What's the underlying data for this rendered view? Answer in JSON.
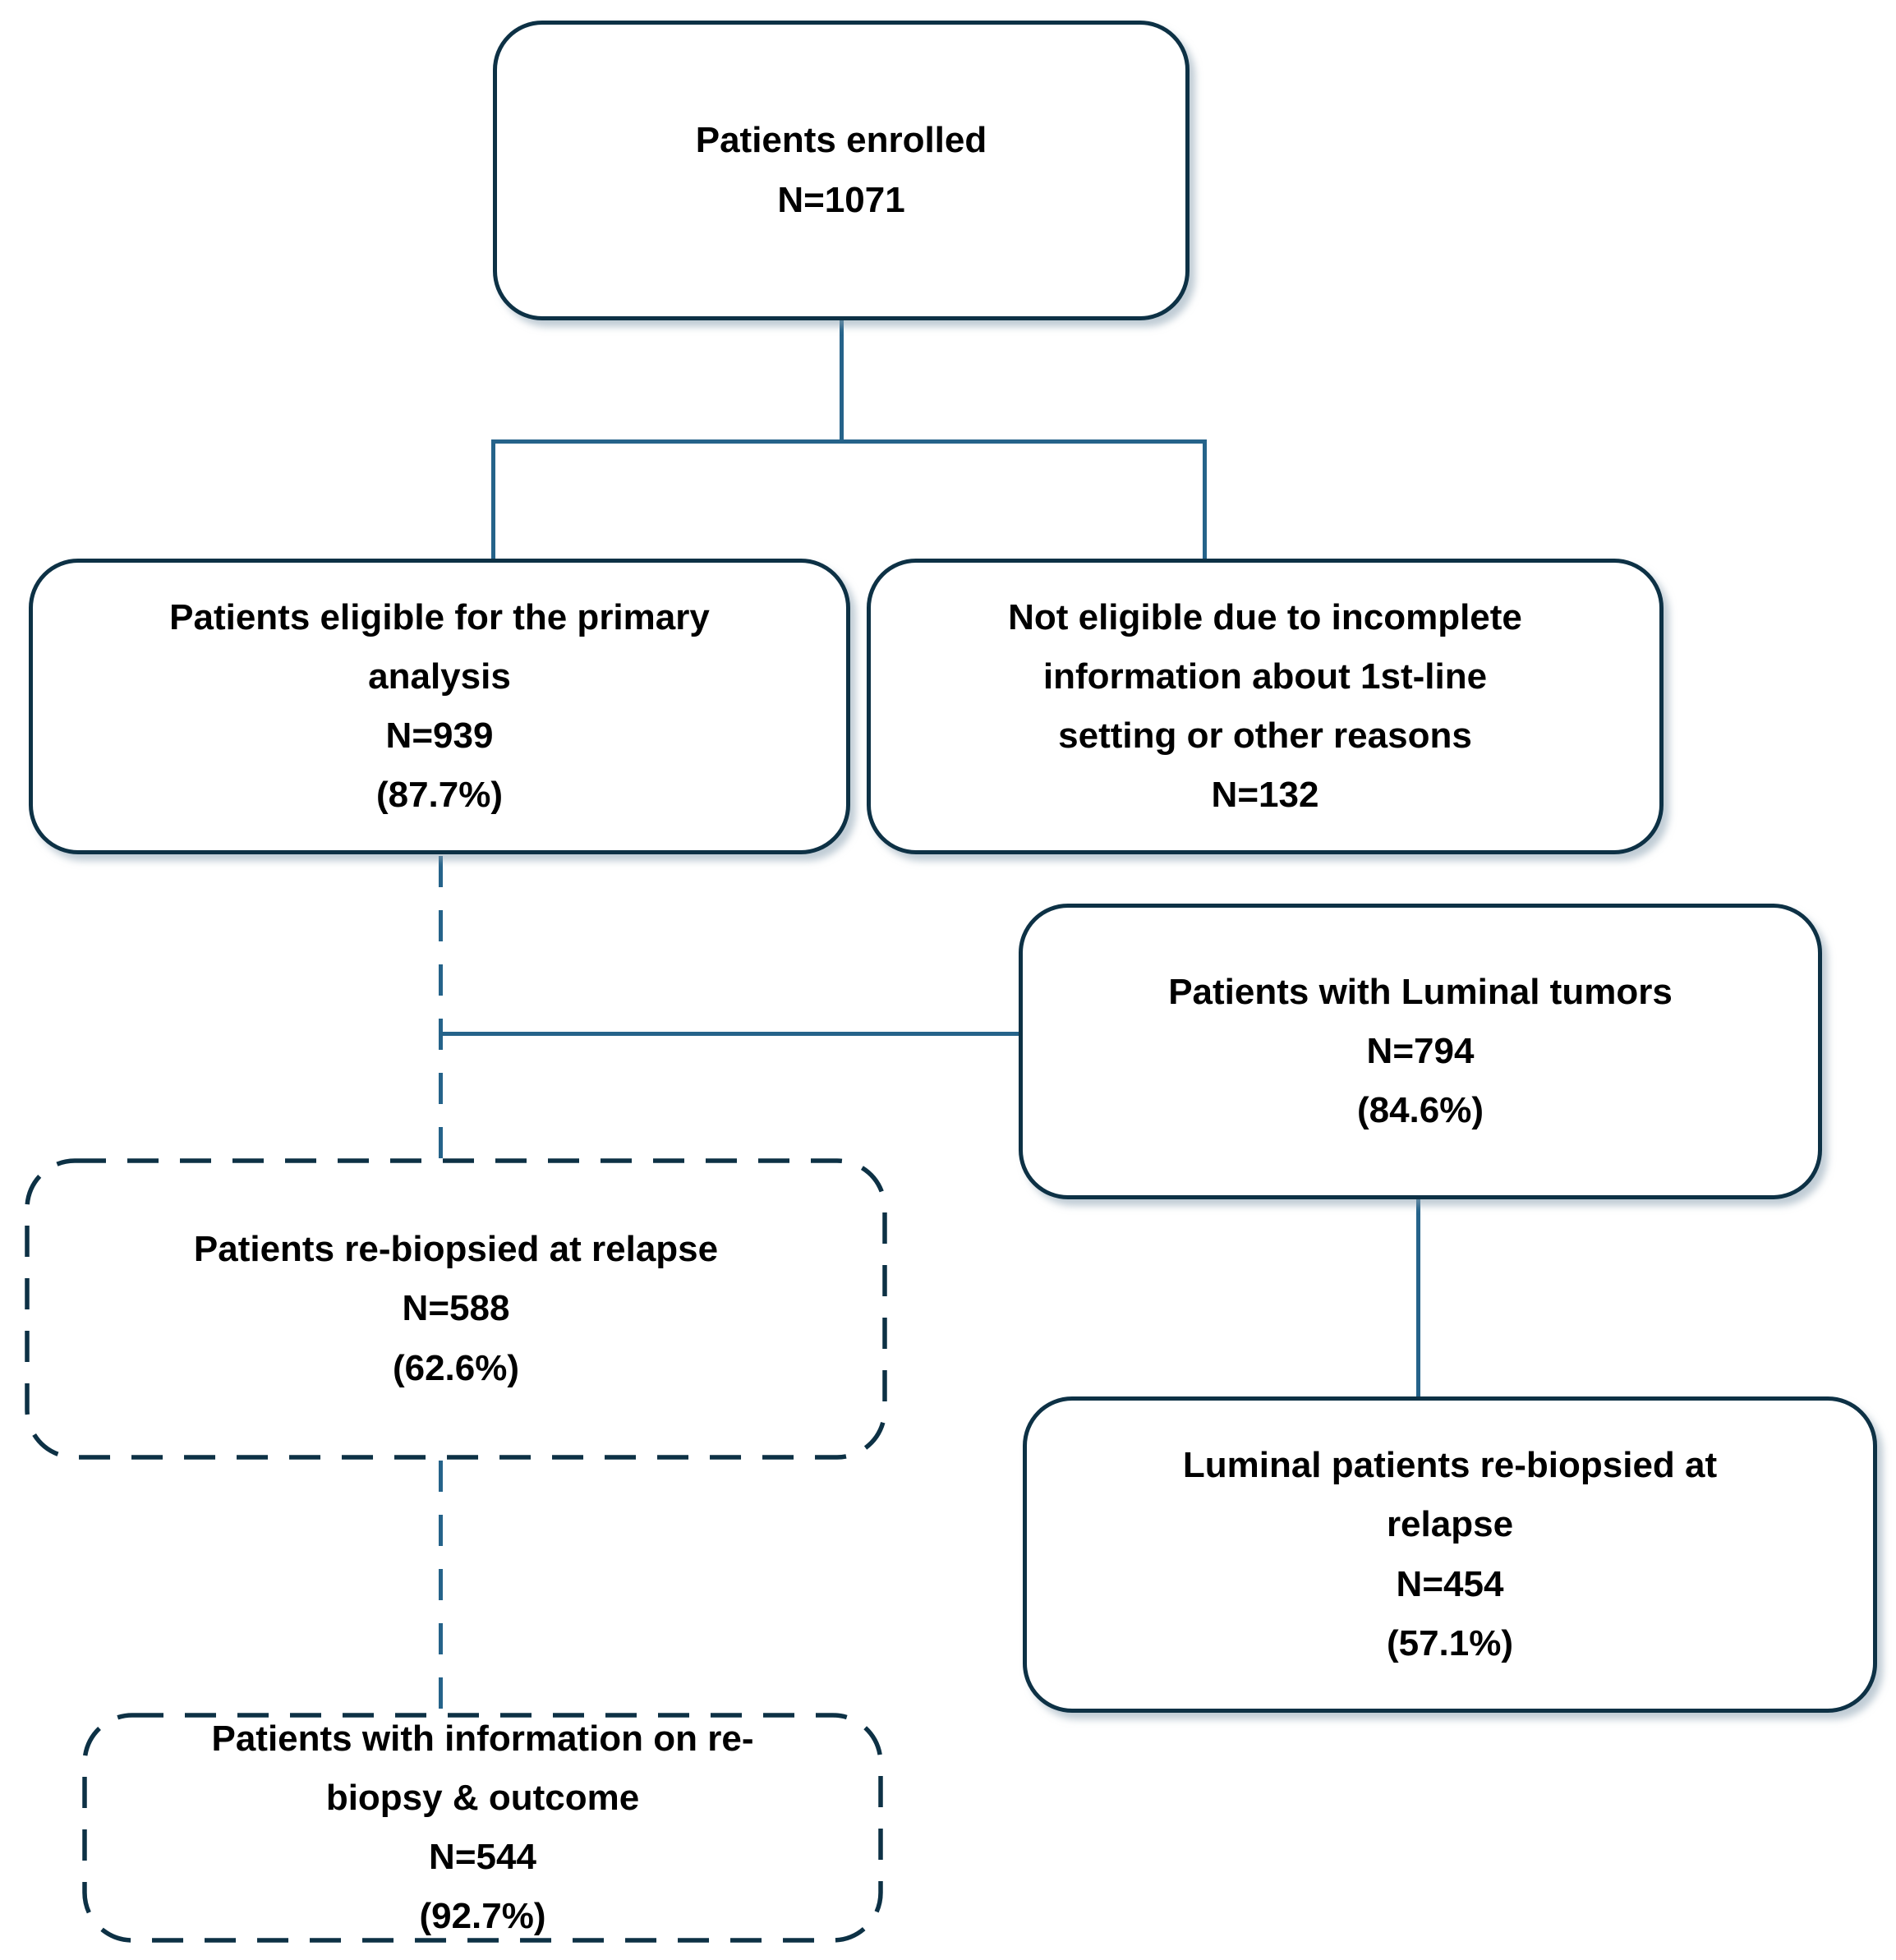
{
  "colors": {
    "box_border": "#0d3145",
    "connector": "#25638a",
    "text": "#000000",
    "background": "#ffffff"
  },
  "nodes": {
    "enrolled": {
      "label": "Patients enrolled",
      "n": 1071,
      "pct": null,
      "text": "Patients enrolled\nN=1071"
    },
    "eligible": {
      "label": "Patients eligible for the primary analysis",
      "n": 939,
      "pct": "(87.7%)",
      "text": "Patients eligible for the primary\nanalysis\nN=939\n(87.7%)"
    },
    "not_eligible": {
      "label": "Not eligible due to incomplete information about 1st-line setting or other reasons",
      "n": 132,
      "pct": null,
      "text": "Not eligible due to incomplete\ninformation about 1st-line\nsetting or other reasons\nN=132"
    },
    "luminal": {
      "label": "Patients with Luminal tumors",
      "n": 794,
      "pct": "(84.6%)",
      "text": "Patients with Luminal tumors\nN=794\n(84.6%)"
    },
    "rebiopsied": {
      "label": "Patients re-biopsied at relapse",
      "n": 588,
      "pct": "(62.6%)",
      "text": "Patients re-biopsied at relapse\nN=588\n(62.6%)"
    },
    "luminal_rebiopsied": {
      "label": "Luminal patients re-biopsied at relapse",
      "n": 454,
      "pct": "(57.1%)",
      "text": "Luminal patients re-biopsied at\nrelapse\nN=454\n(57.1%)"
    },
    "rebiopsy_outcome": {
      "label": "Patients with information on re-biopsy & outcome",
      "n": 544,
      "pct": "(92.7%)",
      "text": "Patients with information on re-\nbiopsy & outcome\nN=544\n(92.7%)"
    }
  },
  "edges": [
    {
      "from": "enrolled",
      "to": "eligible",
      "style": "solid"
    },
    {
      "from": "enrolled",
      "to": "not_eligible",
      "style": "solid"
    },
    {
      "from": "eligible",
      "to": "rebiopsied",
      "style": "dashed"
    },
    {
      "from": "eligible",
      "to": "luminal",
      "style": "solid"
    },
    {
      "from": "luminal",
      "to": "luminal_rebiopsied",
      "style": "solid"
    },
    {
      "from": "rebiopsied",
      "to": "rebiopsy_outcome",
      "style": "dashed"
    }
  ]
}
